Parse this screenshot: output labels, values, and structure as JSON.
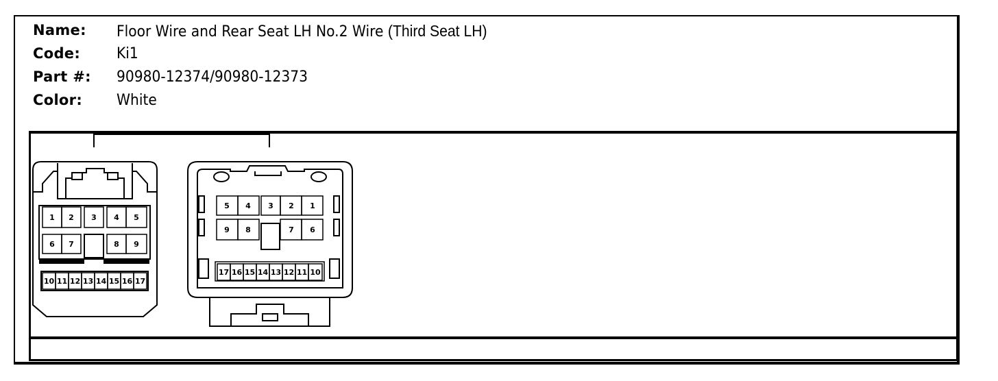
{
  "fields": {
    "name_label": "Name:",
    "name_value": "Floor Wire and Rear Seat LH No.2 Wire",
    "name_suffix": "(Third Seat LH)",
    "code_label": "Code:",
    "code_value": "Ki1",
    "part_label": "Part #:",
    "part_value": "90980-12374/90980-12373",
    "color_label": "Color:",
    "color_value": "White"
  },
  "left_connector": {
    "row1": [
      "1",
      "2",
      "3",
      "4",
      "5"
    ],
    "row2": [
      "6",
      "7",
      "8",
      "9"
    ],
    "row3": [
      "10",
      "11",
      "12",
      "13",
      "14",
      "15",
      "16",
      "17"
    ]
  },
  "right_connector": {
    "row1": [
      "5",
      "4",
      "3",
      "2",
      "1"
    ],
    "row2": [
      "9",
      "8",
      "7",
      "6"
    ],
    "row3": [
      "17",
      "16",
      "15",
      "14",
      "13",
      "12",
      "11",
      "10"
    ]
  }
}
